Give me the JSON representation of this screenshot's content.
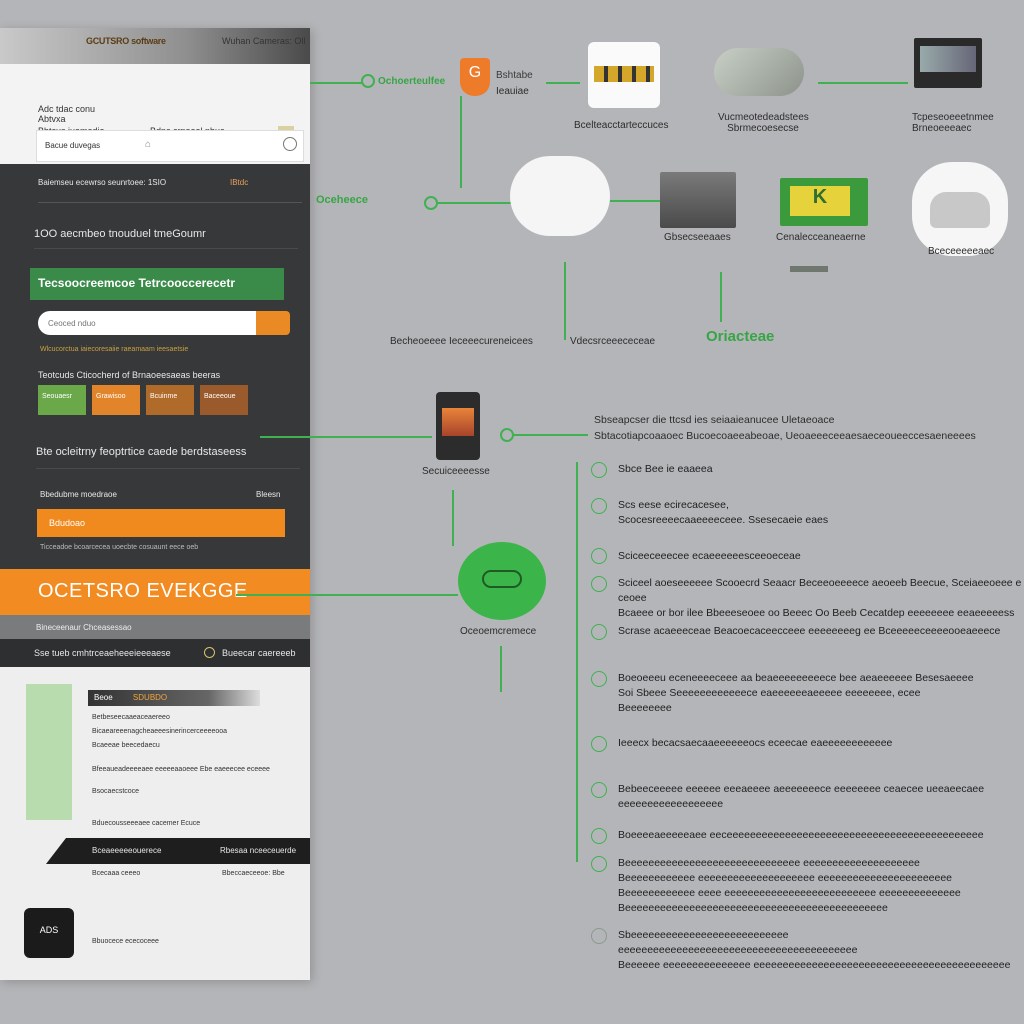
{
  "panel": {
    "topbar_label": "GCUTSRO software",
    "topbar_right": "Wuhan Cameras: Oll",
    "small1": "Adc tdac conu",
    "small2": "Abtvxa",
    "small3": "Bbtcus iuamedia",
    "small4": "Bdnc crnaeal nbuc",
    "search1_placeholder": "Bacue duvegas",
    "dark_header": "Baiemseu ecewrso seunrtoee: 1SIO",
    "dark_header_badge": "IBtdc",
    "dark_title": "1OO aecmbeo tnouduel tmeGoumr",
    "green_banner": "Tecsoocreemcoe Tetrcooccerecetr",
    "search_placeholder": "Ceoced nduo",
    "search_note": "Wlcucorctua iaiecoresaiie raeamaam ieesaetsie",
    "chips_title": "Teotcuds Cticocherd of Brnaoeesaeas beeras",
    "chips": [
      "Seouaesr",
      "Grawisoo",
      "Bcuinme",
      "Baceeoue"
    ],
    "section_title": "Bte ocleitrny feoptrtice caede berdstaseess",
    "row_label": "Bbedubme moedraoe",
    "row_badge": "Bleesn",
    "orange_bar": "Bdudoao",
    "orange_note": "Ticceadoe bcoarcecea uoecbte cosuaunt eece oeb",
    "orange_strip_text": "OCETSRO EVEKGGE",
    "under_strip": "Bineceenaur Chceasessao",
    "bar2_left": "Sse tueb cmhtrceaeheeeieeeaese",
    "bar2_right": "Bueecar caereeeb",
    "content_header": "Beoe",
    "content_header_badge": "SDUBDO",
    "content_lines": [
      "Betbeseecaaeaceaereeo",
      "Bicaeareeenagcheaeeesinerincerceeeeooa",
      "Bcaeeae beecedaecu",
      "Bfeeaueadeeeeaee eeeeeaaoeee Ebe eaeeecee eceeee",
      "Bsocaecstcoce",
      "Bduecousseeeaee cacemer Ecuce"
    ],
    "black_bar_left": "Bceaeeeeeouerece",
    "black_bar_right": "Rbesaa nceeceuerde",
    "bottom_lines": [
      "Bcecaaa ceeeo",
      "Bbeccaeceeoe: Bbe",
      "Bbuocece ececoceee"
    ],
    "logo_text": "ADS"
  },
  "diagram": {
    "top_label_1": "Ochoerteulfee",
    "top_label_2": "Bshtabe",
    "top_label_3": "Ieauiae",
    "thumb_labels": [
      "Bcelteacctarteccuces",
      "Vucmeotedeadstees Sbrmecoesecse",
      "Tcpeseoeeetnmee Brneoeeeaec"
    ],
    "mid_left_label": "Oceheece",
    "mid_labels": [
      "Gbsecseeaaes",
      "Cenalecceaneaerne",
      "Bceceeeeeaec"
    ],
    "flow_label_1": "Becheoeeee Ieceeecureneicees",
    "flow_label_2": "Vdecsrceeececeae",
    "green_word": "Oriacteae",
    "phone_label": "Secuiceeeesse",
    "circle_label": "Oceoemcremece",
    "intro": "Sbseapcser die ttcsd ies seiaaieanucee Uletaeoace\nSbtacotiapcoaaoec Bucoecoaeeabeoae, Ueoaeeeceeaesaeceoueeccesaeneeees",
    "steps": [
      "Sbce Bee ie eaaeea",
      "Scs eese ecirecacesee,\nScocesreeeecaaeeeeceee. Ssesecaeie eaes",
      "Sciceeceeecee ecaeeeeeesceeoeceae",
      "Sciceel aoeseeeeee Scooecrd Seaacr Beceeoeeeece aeoeeb Beecue, Sceiaeeoeee e ceoee\nBcaeee or bor ilee Bbeeeseoee oo Beeec Oo Beeb Cecatdep eeeeeeee eeaeeeeess",
      "Scrase acaeeeceae Beacoecaceecceee eeeeeeeeg ee Bceeeeeceeeeooeaeeece",
      "Boeoeeeu eceneeeeceee aa beaeeeeeeeeece bee aeaeeeeee Besesaeeee\nSoi Sbeee Seeeeeeeeeeeece eaeeeeeeaeeeee eeeeeeee, ecee\nBeeeeeeee",
      "Ieeecx becacsaecaaeeeeeeocs eceecae eaeeeeeeeeeeee",
      "Bebeeceeeee eeeeee eeeaeeee aeeeeeeece eeeeeeee ceaecee ueeaeecaee\neeeeeeeeeeeeeeeeee",
      "Boeeeeaeeeeeaee eeceeeeeeeeeeeeeeeeeeeeeeeeeeeeeeeeeeeeeeeeeeee",
      "Beeeeeeeeeeeeeeeeeeeeeeeeeeeeee eeeeeeeeeeeeeeeeeeee\nBeeeeeeeeeeee eeeeeeeeeeeeeeeeeeee eeeeeeeeeeeeeeeeeeeeeee\nBeeeeeeeeeeee eeee eeeeeeeeeeeeeeeeeeeeeeeeee eeeeeeeeeeeeee\nBeeeeeeeeeeeeeeeeeeeeeeeeeeeeeeeeeeeeeeeeeeeee",
      "Sbeeeeeeeeeeeeeeeeeeeeeeeeeee eeeeeeeeeeeeeeeeeeeeeeeeeeeeeeeeeeeeeeeee\nBeeeeee eeeeeeeeeeeeeee eeeeeeeeeeeeeeeeeeeeeeeeeeeeeeeeeeeeeeeeeeee"
    ]
  },
  "colors": {
    "accent_green": "#3fb150",
    "accent_orange": "#f08a1e",
    "panel_dark": "#37383a"
  }
}
